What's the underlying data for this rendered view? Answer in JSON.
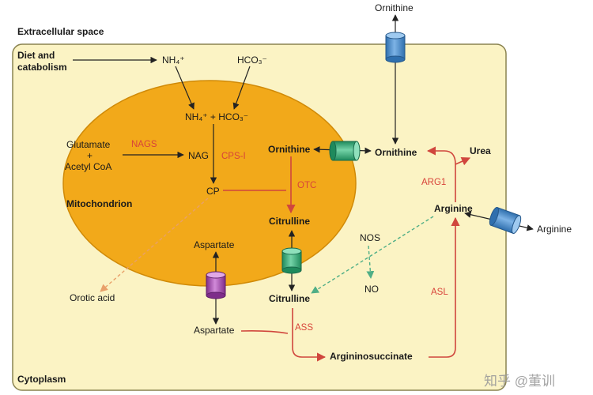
{
  "labels": {
    "extracellular": "Extracellular space",
    "diet": "Diet and",
    "catabolism": "catabolism",
    "cytoplasm": "Cytoplasm",
    "mitochondrion": "Mitochondrion",
    "nh4": "NH₄⁺",
    "hco3": "HCO₃⁻",
    "nh4_hco3": "NH₄⁺ + HCO₃⁻",
    "glutamate": "Glutamate",
    "plus": "+",
    "acetyl_coa": "Acetyl CoA",
    "nag": "NAG",
    "cp": "CP",
    "ornithine_mito": "Ornithine",
    "citrulline_mito": "Citrulline",
    "aspartate_mito": "Aspartate",
    "orotic_acid": "Orotic acid",
    "ornithine_top": "Ornithine",
    "ornithine_cyto": "Ornithine",
    "urea": "Urea",
    "arginine_cyto": "Arginine",
    "arginine_ext": "Arginine",
    "nos": "NOS",
    "no": "NO",
    "citrulline_cyto": "Citrulline",
    "aspartate_cyto": "Aspartate",
    "argininosuccinate": "Argininosuccinate",
    "watermark": "知乎 @董训"
  },
  "enzymes": {
    "nags": "NAGS",
    "cps1": "CPS-I",
    "otc": "OTC",
    "arg1": "ARG1",
    "ass": "ASS",
    "asl": "ASL"
  },
  "colors": {
    "cell_fill": "#fbf3c4",
    "cell_stroke": "#8a8350",
    "mito_fill": "#f2a91a",
    "mito_stroke": "#d08a08",
    "enzyme_red": "#d0463d",
    "transporter_blue": "#4f8fcc",
    "transporter_green": "#39a87a",
    "transporter_purple": "#a84fb0",
    "dashed_orange": "#e9a06a",
    "dashed_green": "#4fae86"
  }
}
